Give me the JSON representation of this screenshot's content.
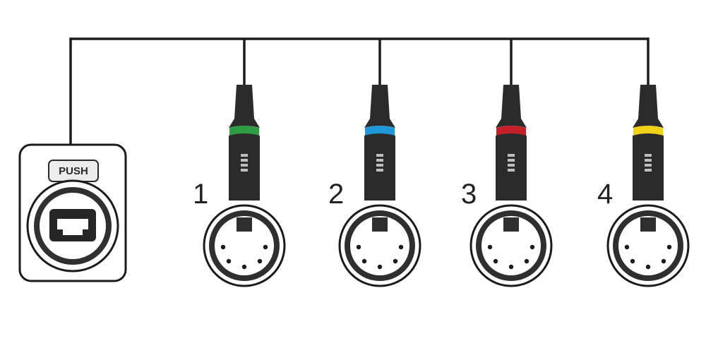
{
  "ethercon_jack": {
    "push_label": "PUSH"
  },
  "cables": [
    {
      "label": "1",
      "band_color": "#2e9e44",
      "connector_icon": "xlr-5pin-icon"
    },
    {
      "label": "2",
      "band_color": "#1e98d8",
      "connector_icon": "xlr-5pin-icon"
    },
    {
      "label": "3",
      "band_color": "#c8202a",
      "connector_icon": "xlr-5pin-icon"
    },
    {
      "label": "4",
      "band_color": "#f2d216",
      "connector_icon": "xlr-5pin-icon"
    }
  ],
  "colors": {
    "cable": "#1b1b1b",
    "plug_body": "#2b2b2b",
    "socket_face": "#2f2f2f"
  }
}
